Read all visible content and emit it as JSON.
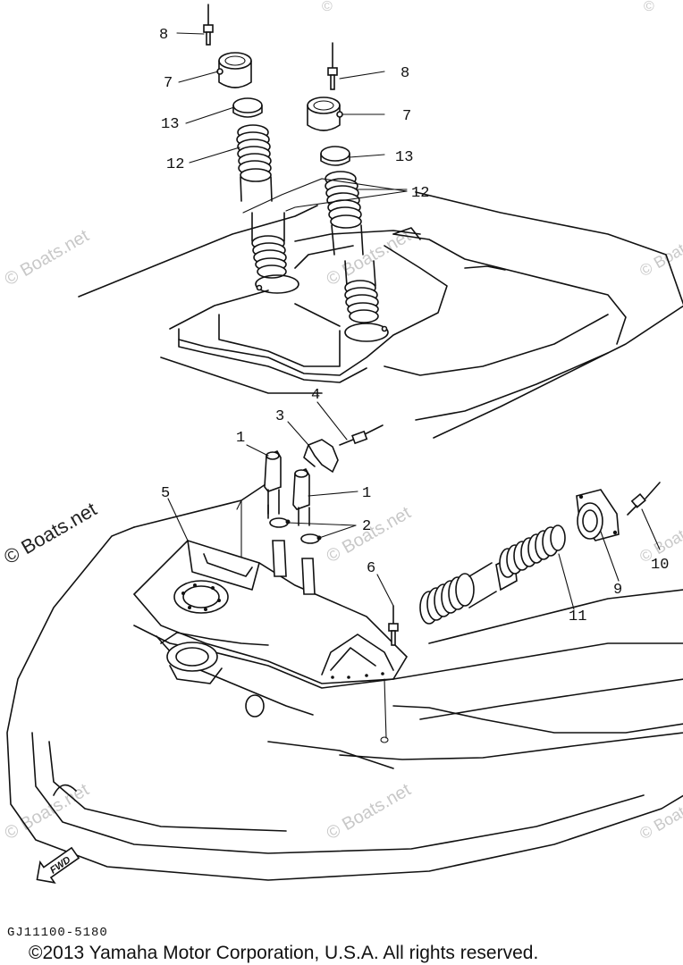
{
  "diagram": {
    "callouts": [
      {
        "id": "8a",
        "label": "8"
      },
      {
        "id": "7a",
        "label": "7"
      },
      {
        "id": "13a",
        "label": "13"
      },
      {
        "id": "12a",
        "label": "12"
      },
      {
        "id": "8b",
        "label": "8"
      },
      {
        "id": "7b",
        "label": "7"
      },
      {
        "id": "13b",
        "label": "13"
      },
      {
        "id": "12b",
        "label": "12"
      },
      {
        "id": "4",
        "label": "4"
      },
      {
        "id": "3",
        "label": "3"
      },
      {
        "id": "1a",
        "label": "1"
      },
      {
        "id": "1b",
        "label": "1"
      },
      {
        "id": "5",
        "label": "5"
      },
      {
        "id": "2",
        "label": "2"
      },
      {
        "id": "6",
        "label": "6"
      },
      {
        "id": "9",
        "label": "9"
      },
      {
        "id": "10",
        "label": "10"
      },
      {
        "id": "11",
        "label": "11"
      }
    ],
    "fwd_label": "FWD",
    "part_code": "GJ11100-5180",
    "copyright": "©2013 Yamaha Motor Corporation, U.S.A. All rights reserved.",
    "watermark": "© Boats.net"
  }
}
